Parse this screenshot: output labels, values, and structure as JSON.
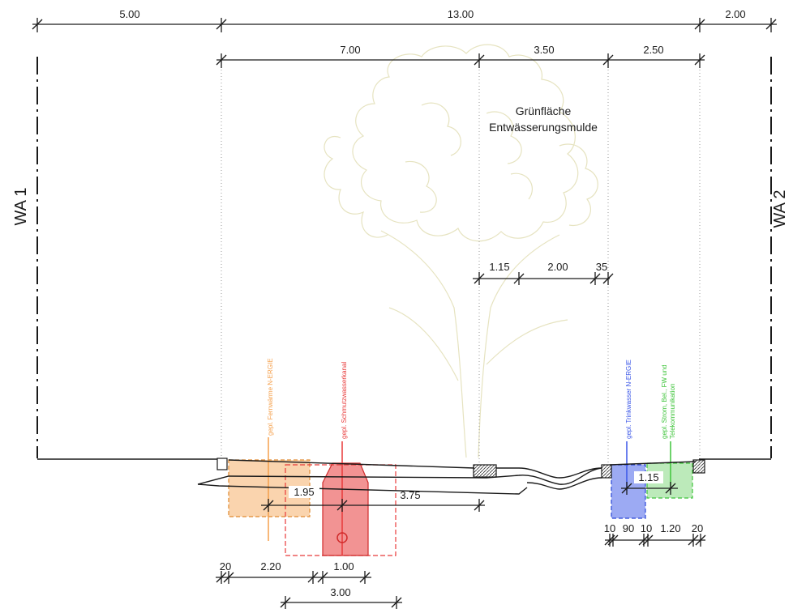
{
  "dimensions": {
    "top_row": [
      "5.00",
      "13.00",
      "2.00"
    ],
    "second_row": [
      "7.00",
      "3.50",
      "2.50"
    ],
    "mid_row": [
      "1.15",
      "2.00",
      "35"
    ],
    "lower_left": [
      "1.95",
      "3.75"
    ],
    "lower_right": "1.15",
    "bottom_left_row": [
      "20",
      "2.20",
      "1.00"
    ],
    "bottom_left_width": "3.00",
    "bottom_right_row": [
      "10",
      "90",
      "10",
      "1.20",
      "20"
    ]
  },
  "labels": {
    "wa1": "WA 1",
    "wa2": "WA 2",
    "green_area_line1": "Grünfläche",
    "green_area_line2": "Entwässerungsmulde"
  },
  "utilities": {
    "fernwaerme": "gepl. Fernwärme N-ERGIE",
    "schmutzwasser": "gepl. Schmutzwasserkanal",
    "trinkwasser": "gepl. Trinkwasser N-ERGIE",
    "strom_line1": "gepl. Strom, Bel., FW und",
    "strom_line2": "Telekommunikation"
  },
  "colors": {
    "fernwaerme": "#f5a04c",
    "schmutzwasser": "#e83a3a",
    "trinkwasser": "#3a56e8",
    "strom": "#3ec43a",
    "tree": "#e6e3c0",
    "lines": "#1a1a1a"
  }
}
